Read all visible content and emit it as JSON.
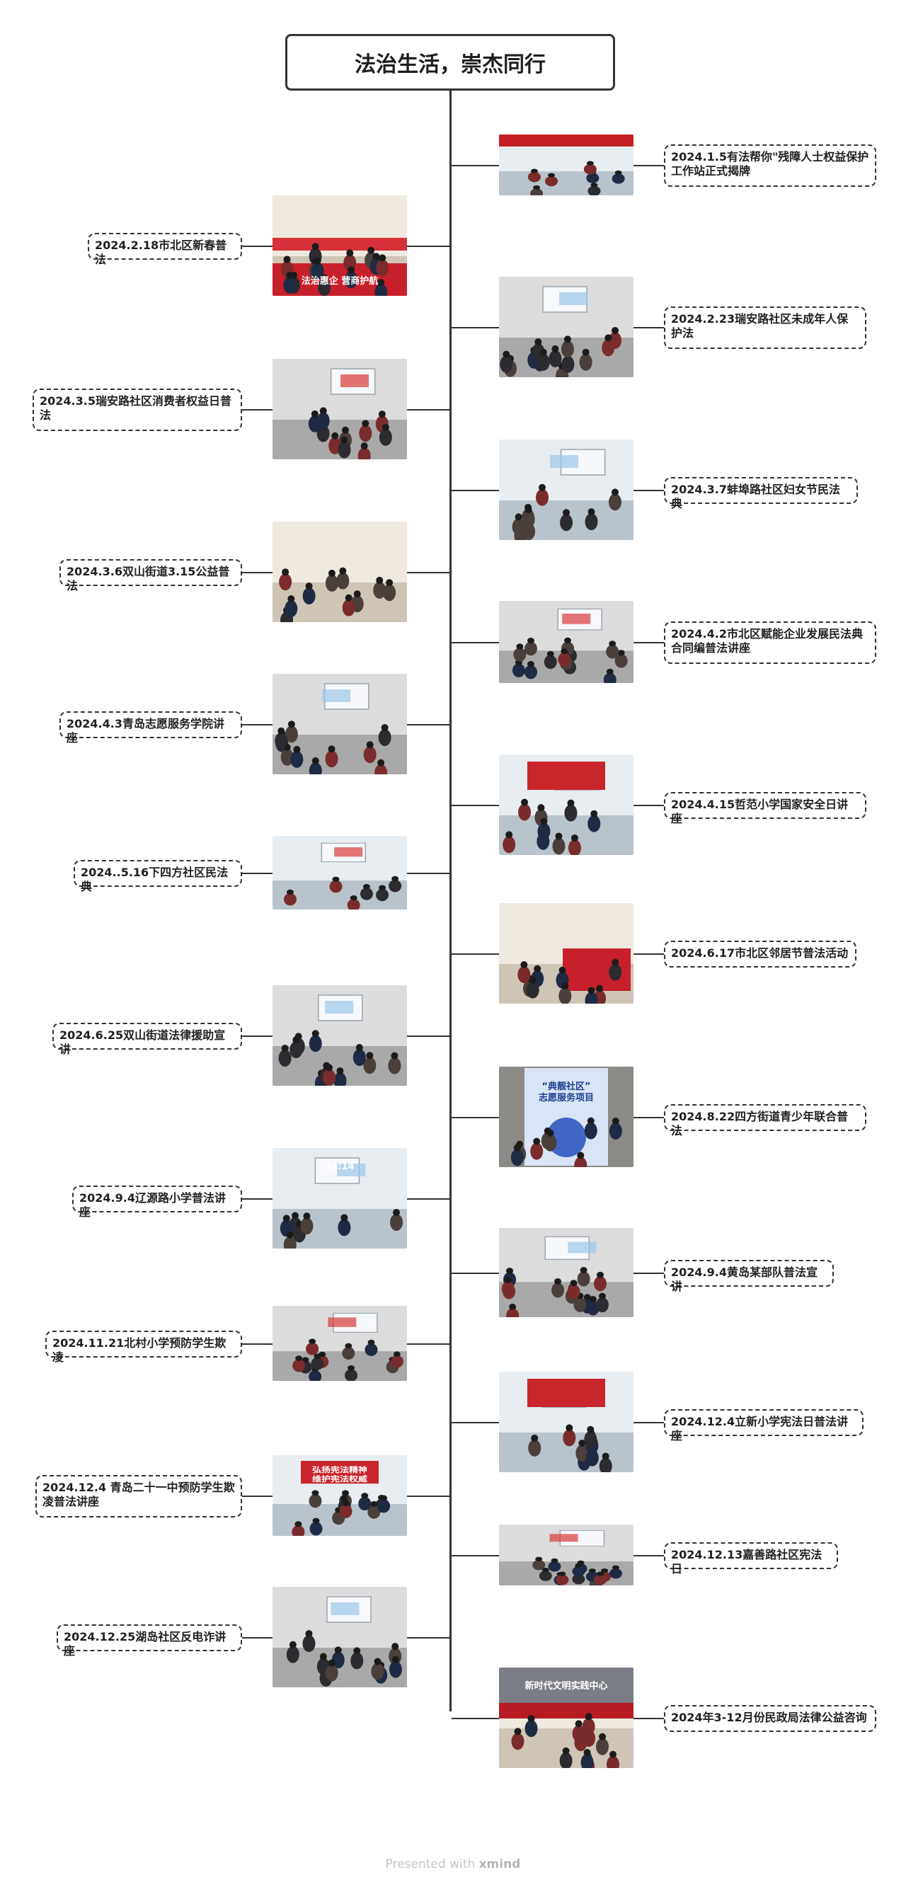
{
  "title": "法治生活，崇杰同行",
  "footer": {
    "prefix": "Presented with",
    "brand": "xmind"
  },
  "colors": {
    "line": "#333333",
    "label_border": "#333333",
    "accent_red": "#d7262e"
  },
  "events_right": [
    {
      "label": "2024.1.5有法帮你\"残障人士权益保护工作站正式揭牌",
      "photo": "banner-group-photo",
      "photo_text": ""
    },
    {
      "label": "2024.2.23瑞安路社区未成年人保护法",
      "photo": "classroom-seminar",
      "photo_text": ""
    },
    {
      "label": "2024.3.7蚌埠路社区妇女节民法典",
      "photo": "presentation-room",
      "photo_text": ""
    },
    {
      "label": "2024.4.2市北区赋能企业发展民法典合同编普法讲座",
      "photo": "lecture-hall",
      "photo_text": ""
    },
    {
      "label": "2024.4.15哲范小学国家安全日讲座",
      "photo": "school-auditorium",
      "photo_text": ""
    },
    {
      "label": "2024.6.17市北区邻居节普法活动",
      "photo": "outdoor-booth",
      "photo_text": ""
    },
    {
      "label": "2024.8.22四方街道青少年联合普法",
      "photo": "poster-board",
      "photo_text": "“典靓社区”\n志愿服务项目"
    },
    {
      "label": "2024.9.4黄岛某部队普法宣讲",
      "photo": "podium-speech",
      "photo_text": ""
    },
    {
      "label": "2024.12.4立新小学宪法日普法讲座",
      "photo": "student-audience",
      "photo_text": ""
    },
    {
      "label": "2024.12.13嘉善路社区宪法日",
      "photo": "community-room",
      "photo_text": ""
    },
    {
      "label": "2024年3-12月份民政局法律公益咨询",
      "photo": "office-building",
      "photo_text": "新时代文明实践中心"
    }
  ],
  "events_left": [
    {
      "label": "2024.2.18市北区新春普法",
      "photo": "outdoor-red-banner",
      "photo_text": "法治惠企 营商护航"
    },
    {
      "label": "2024.3.5瑞安路社区消费者权益日普法",
      "photo": "meeting-room",
      "photo_text": ""
    },
    {
      "label": "2024.3.6双山街道3.15公益普法",
      "photo": "street-outreach",
      "photo_text": ""
    },
    {
      "label": "2024.4.3青岛志愿服务学院讲座",
      "photo": "conference-room",
      "photo_text": ""
    },
    {
      "label": "2024..5.16下四方社区民法典",
      "photo": "small-seminar",
      "photo_text": ""
    },
    {
      "label": "2024.6.25双山街道法律援助宣讲",
      "photo": "training-room",
      "photo_text": ""
    },
    {
      "label": "2024.9.4辽源路小学普法讲座",
      "photo": "classroom-screen",
      "photo_text": "14:14"
    },
    {
      "label": "2024.11.21北村小学预防学生欺凌",
      "photo": "students-classroom",
      "photo_text": ""
    },
    {
      "label": "2024.12.4 青岛二十一中预防学生欺凌普法讲座",
      "photo": "red-screen-stage",
      "photo_text": "弘扬宪法精神\n维护宪法权威"
    },
    {
      "label": "2024.12.25湖岛社区反电诈讲座",
      "photo": "elderly-audience",
      "photo_text": ""
    }
  ]
}
